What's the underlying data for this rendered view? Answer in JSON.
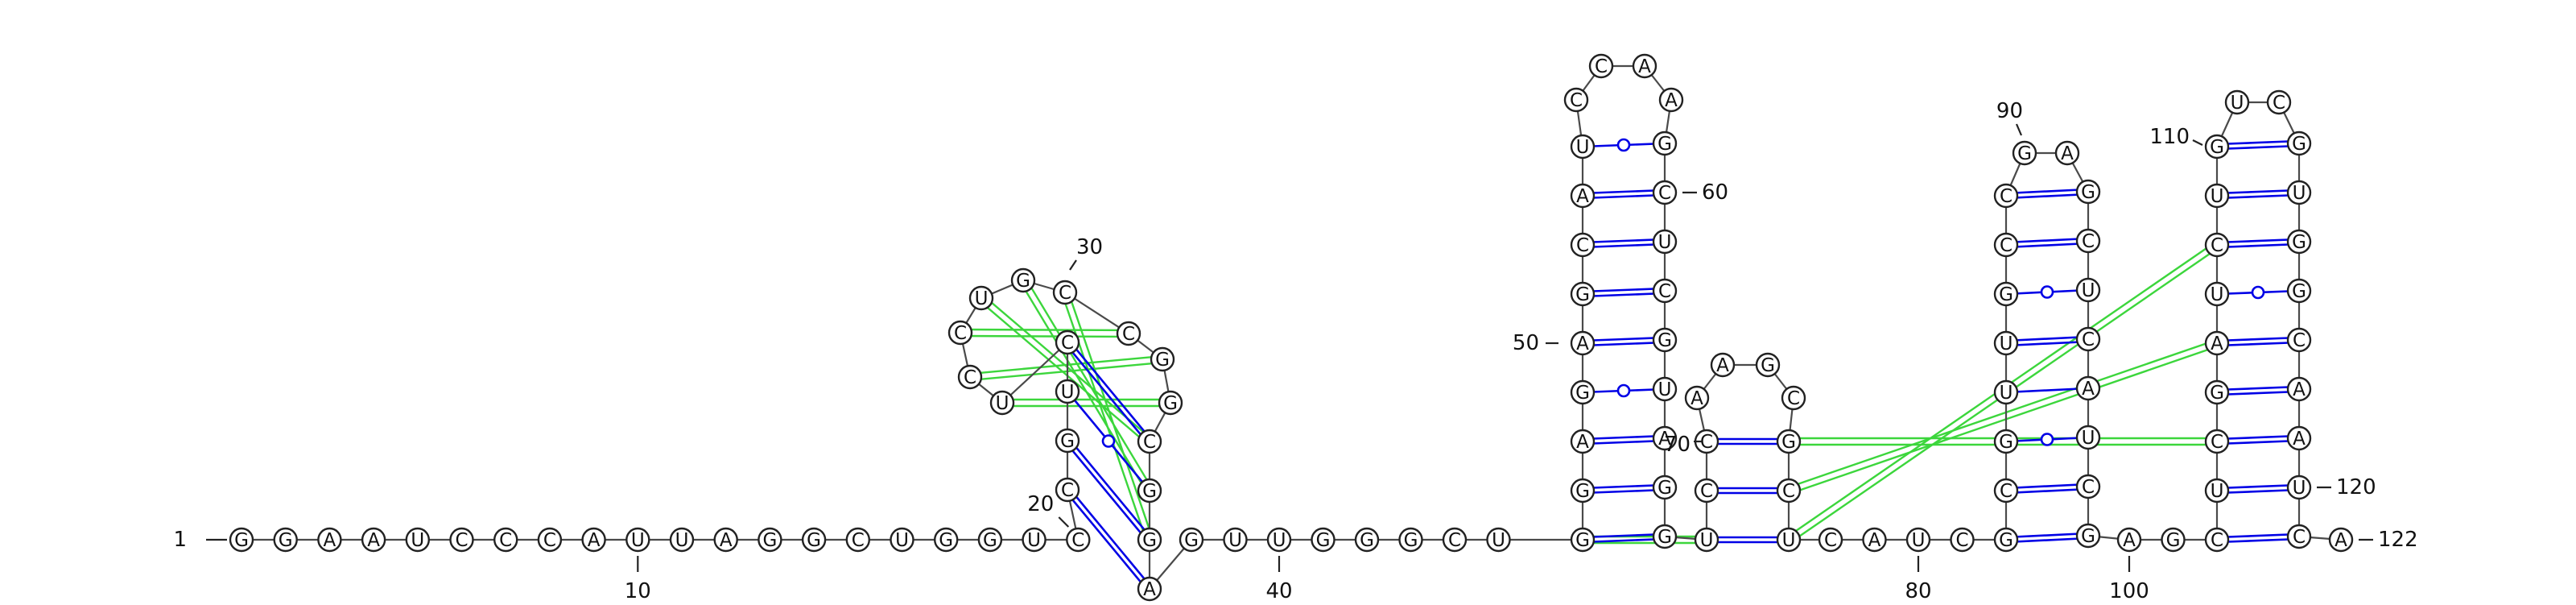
{
  "diagram": {
    "type": "rna-secondary-structure",
    "sequence": "GGAAUCCCAUUAGGCUGGUCCGUCUCCUGCCGGCGGAGUUGGGCUGGAGAGCAUCCAAGCUCGUAGGUCCAAGCGCUCAUCGCGUUGCCGAGCUCAUCGAGCUCGAUCUGUCGUGGCAAUCA",
    "position_labels": [
      {
        "nt": 1,
        "text": "1"
      },
      {
        "nt": 10,
        "text": "10"
      },
      {
        "nt": 20,
        "text": "20"
      },
      {
        "nt": 30,
        "text": "30"
      },
      {
        "nt": 40,
        "text": "40"
      },
      {
        "nt": 50,
        "text": "50"
      },
      {
        "nt": 60,
        "text": "60"
      },
      {
        "nt": 70,
        "text": "70"
      },
      {
        "nt": 80,
        "text": "80"
      },
      {
        "nt": 90,
        "text": "90"
      },
      {
        "nt": 100,
        "text": "100"
      },
      {
        "nt": 110,
        "text": "110"
      },
      {
        "nt": 120,
        "text": "120"
      },
      {
        "nt": 122,
        "text": "122"
      }
    ],
    "colors": {
      "backbone": "#4a4a4a",
      "canonical_pair": "#0000e6",
      "gu_pair": "#0000e6",
      "pseudoknot": "#3cd63c",
      "nucleotide_fill": "#ffffff",
      "nucleotide_stroke": "#222222"
    }
  }
}
